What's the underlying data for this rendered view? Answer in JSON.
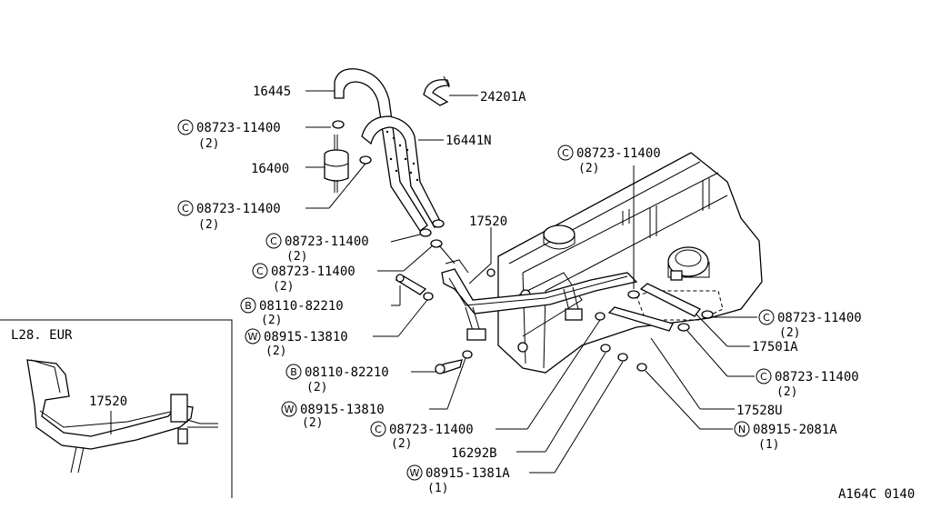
{
  "diagram_id": "A164C 0140",
  "inset_label": "L28. EUR",
  "parts": {
    "p16445": "16445",
    "p24201a": "24201A",
    "p16441n": "16441N",
    "p16400": "16400",
    "p17520": "17520",
    "p17501a": "17501A",
    "p17528u": "17528U",
    "p16292b": "16292B",
    "inset_17520": "17520"
  },
  "callouts": [
    {
      "prefix": "C",
      "number": "08723-11400",
      "qty": "(2)"
    },
    {
      "prefix": "C",
      "number": "08723-11400",
      "qty": "(2)"
    },
    {
      "prefix": "C",
      "number": "08723-11400",
      "qty": "(2)"
    },
    {
      "prefix": "C",
      "number": "08723-11400",
      "qty": "(2)"
    },
    {
      "prefix": "C",
      "number": "08723-11400",
      "qty": "(2)"
    },
    {
      "prefix": "B",
      "number": "08110-82210",
      "qty": "(2)"
    },
    {
      "prefix": "W",
      "number": "08915-13810",
      "qty": "(2)"
    },
    {
      "prefix": "B",
      "number": "08110-82210",
      "qty": "(2)"
    },
    {
      "prefix": "W",
      "number": "08915-13810",
      "qty": "(2)"
    },
    {
      "prefix": "C",
      "number": "08723-11400",
      "qty": "(2)"
    },
    {
      "prefix": "C",
      "number": "08723-11400",
      "qty": "(2)"
    },
    {
      "prefix": "C",
      "number": "08723-11400",
      "qty": "(2)"
    },
    {
      "prefix": "N",
      "number": "08915-2081A",
      "qty": "(1)"
    },
    {
      "prefix": "W",
      "number": "08915-1381A",
      "qty": "(1)"
    }
  ]
}
